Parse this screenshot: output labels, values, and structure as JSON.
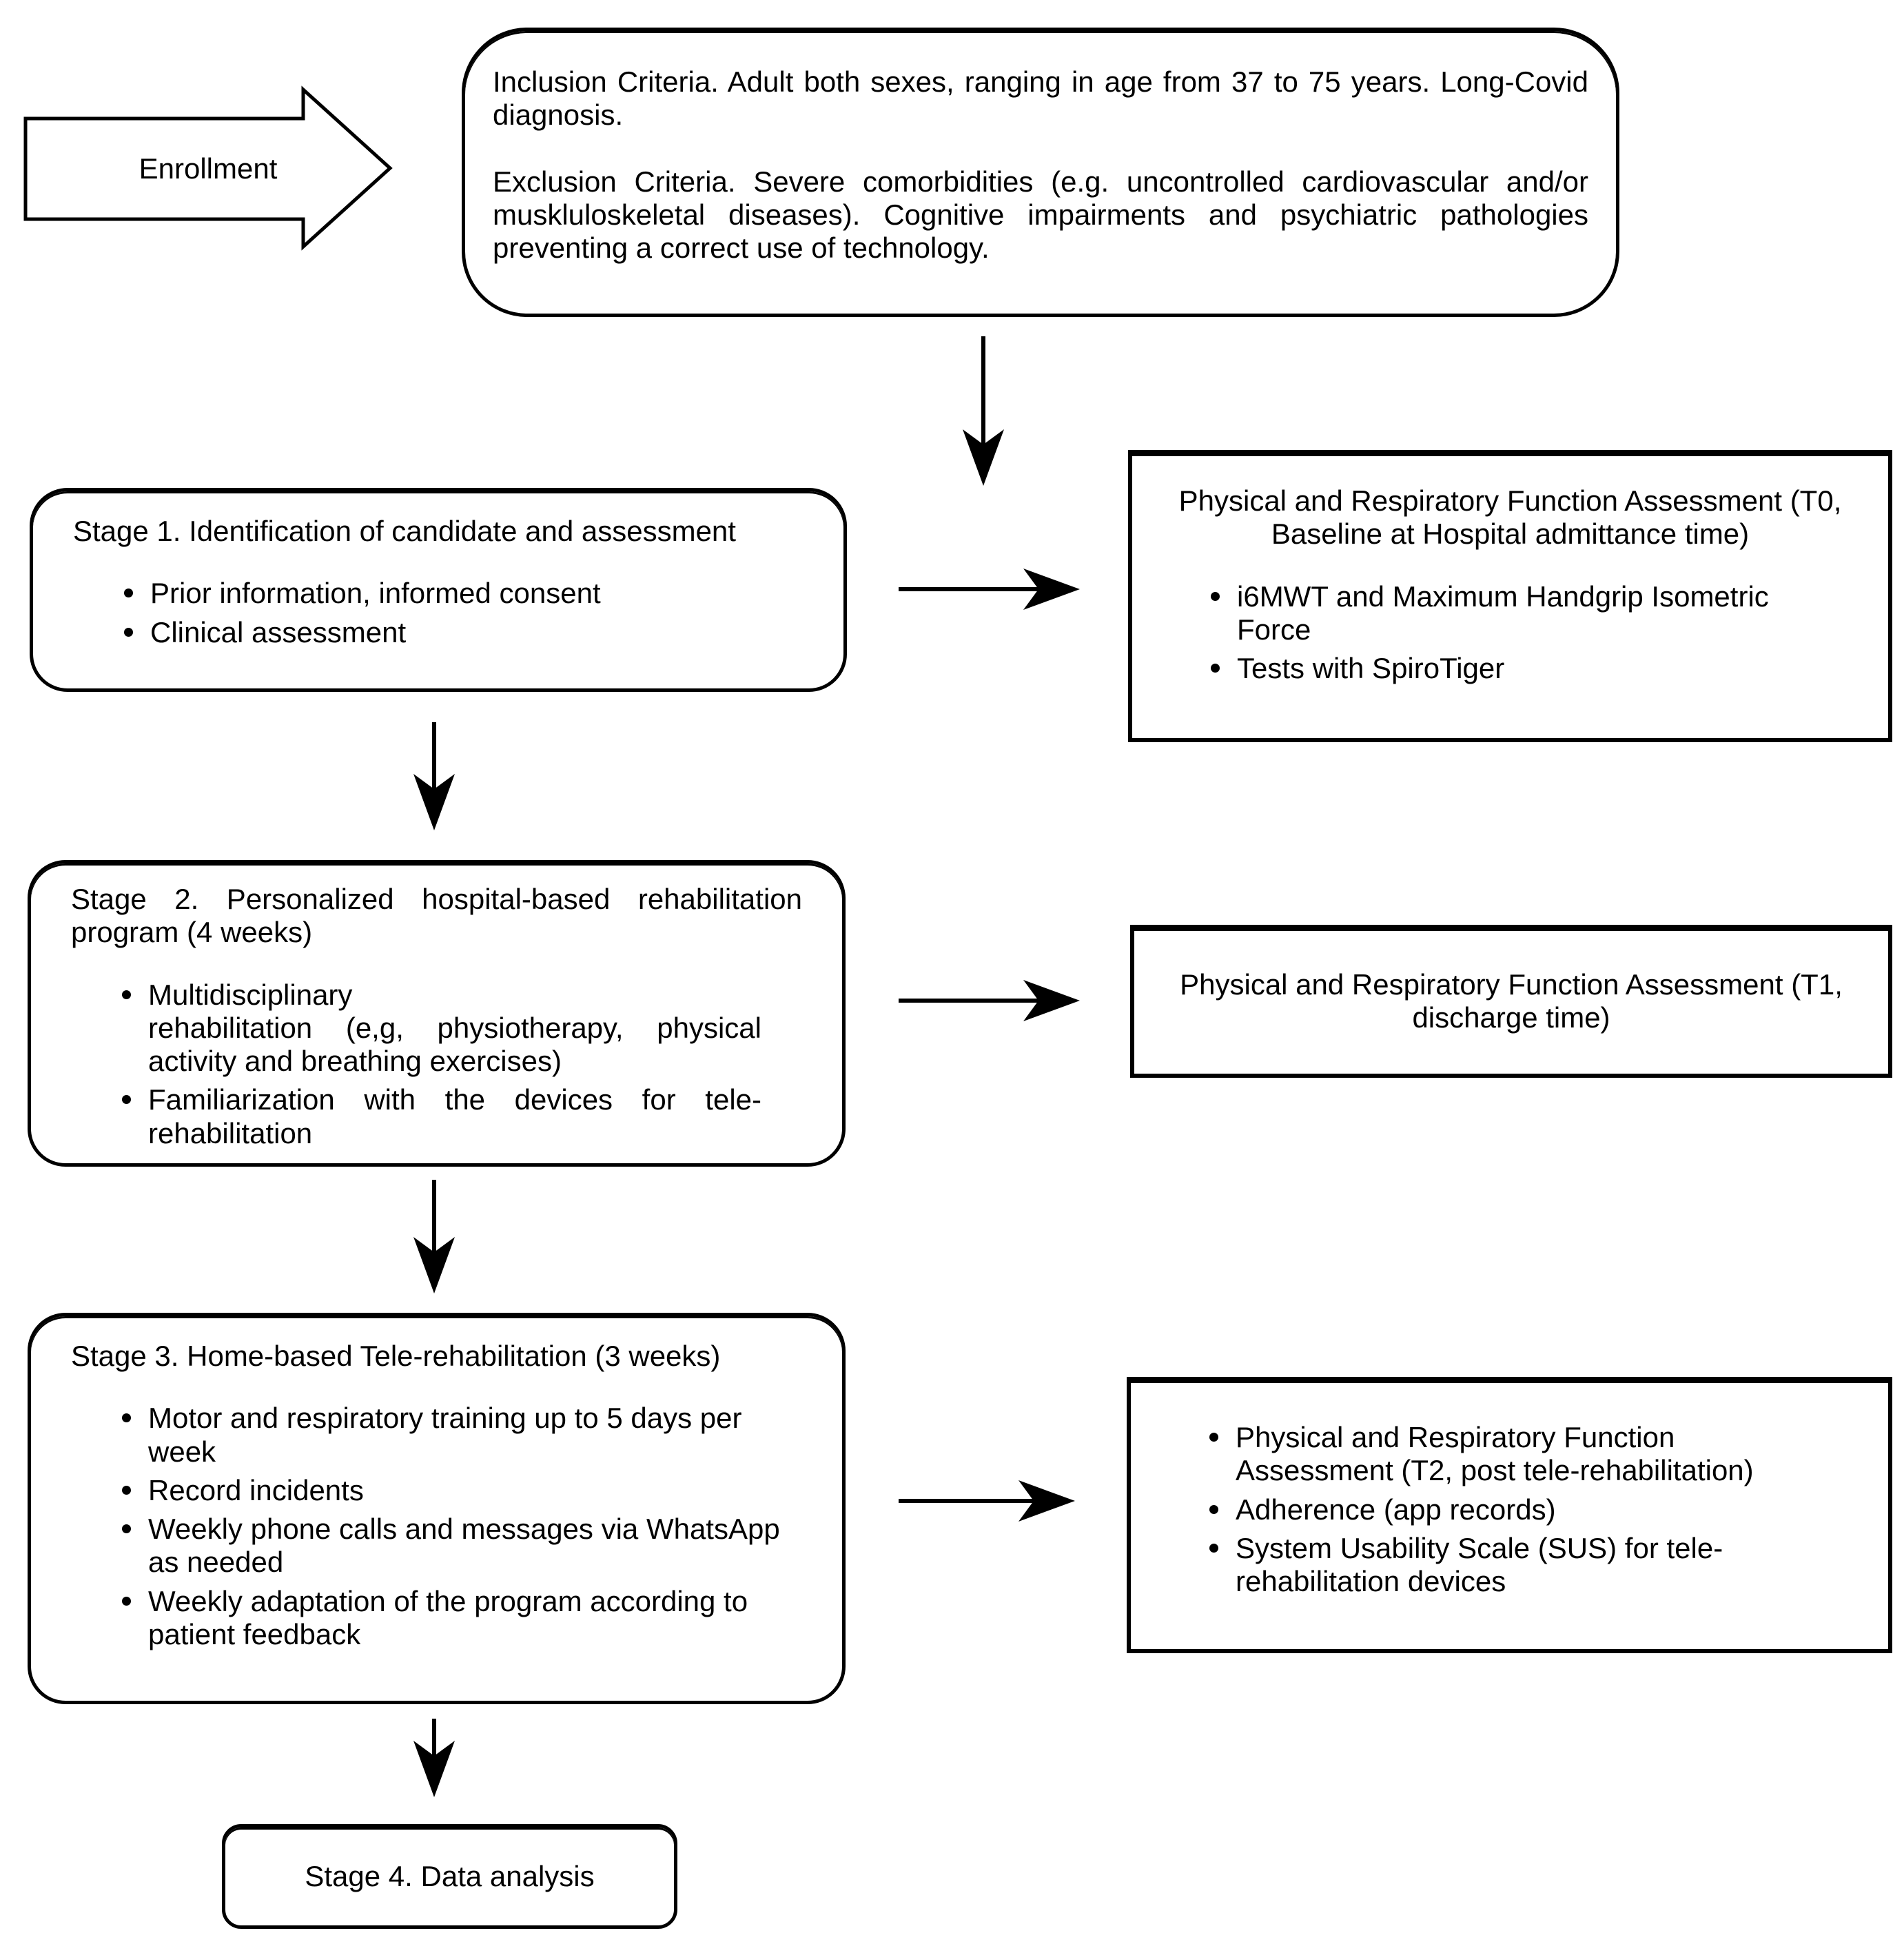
{
  "page": {
    "background": "#ffffff",
    "ink": "#000000"
  },
  "enrollment_arrow": {
    "label": "Enrollment"
  },
  "criteria_box": {
    "inclusion_paragraph": "Inclusion Criteria. Adult both sexes, ranging in age from 37 to 75 years. Long-Covid diagnosis.",
    "exclusion_paragraph": "Exclusion Criteria. Severe comorbidities (e.g. uncontrolled cardiovascular and/or muskluloskeletal diseases). Cognitive impairments and psychiatric pathologies preventing a correct use of technology."
  },
  "stage1_box": {
    "title": "Stage 1. Identification of candidate and assessment",
    "bullets": [
      "Prior information, informed consent",
      "Clinical assessment"
    ]
  },
  "t0_box": {
    "title": "Physical and Respiratory Function Assessment (T0, Baseline at Hospital admittance time)",
    "bullets": [
      "i6MWT and Maximum Handgrip Isometric Force",
      "Tests with SpiroTiger"
    ]
  },
  "stage2_box": {
    "title": "Stage 2. Personalized hospital-based rehabilitation program (4 weeks)",
    "bullets": [
      "Multidisciplinary\nrehabilitation (e,g, physiotherapy, physical activity and breathing exercises)",
      "Familiarization with the devices for tele-rehabilitation"
    ]
  },
  "t1_box": {
    "title": "Physical and Respiratory Function Assessment (T1, discharge time)"
  },
  "stage3_box": {
    "title": "Stage 3. Home-based Tele-rehabilitation (3 weeks)",
    "bullets": [
      "Motor and respiratory training up to 5 days per week",
      "Record incidents",
      "Weekly phone calls and messages via WhatsApp as needed",
      "Weekly adaptation of the program according to patient feedback"
    ]
  },
  "t2_box": {
    "bullets": [
      "Physical and Respiratory Function Assessment (T2, post tele-rehabilitation)",
      "Adherence (app records)",
      "System Usability Scale (SUS) for tele-rehabilitation devices"
    ]
  },
  "stage4_box": {
    "title": "Stage 4. Data analysis"
  }
}
